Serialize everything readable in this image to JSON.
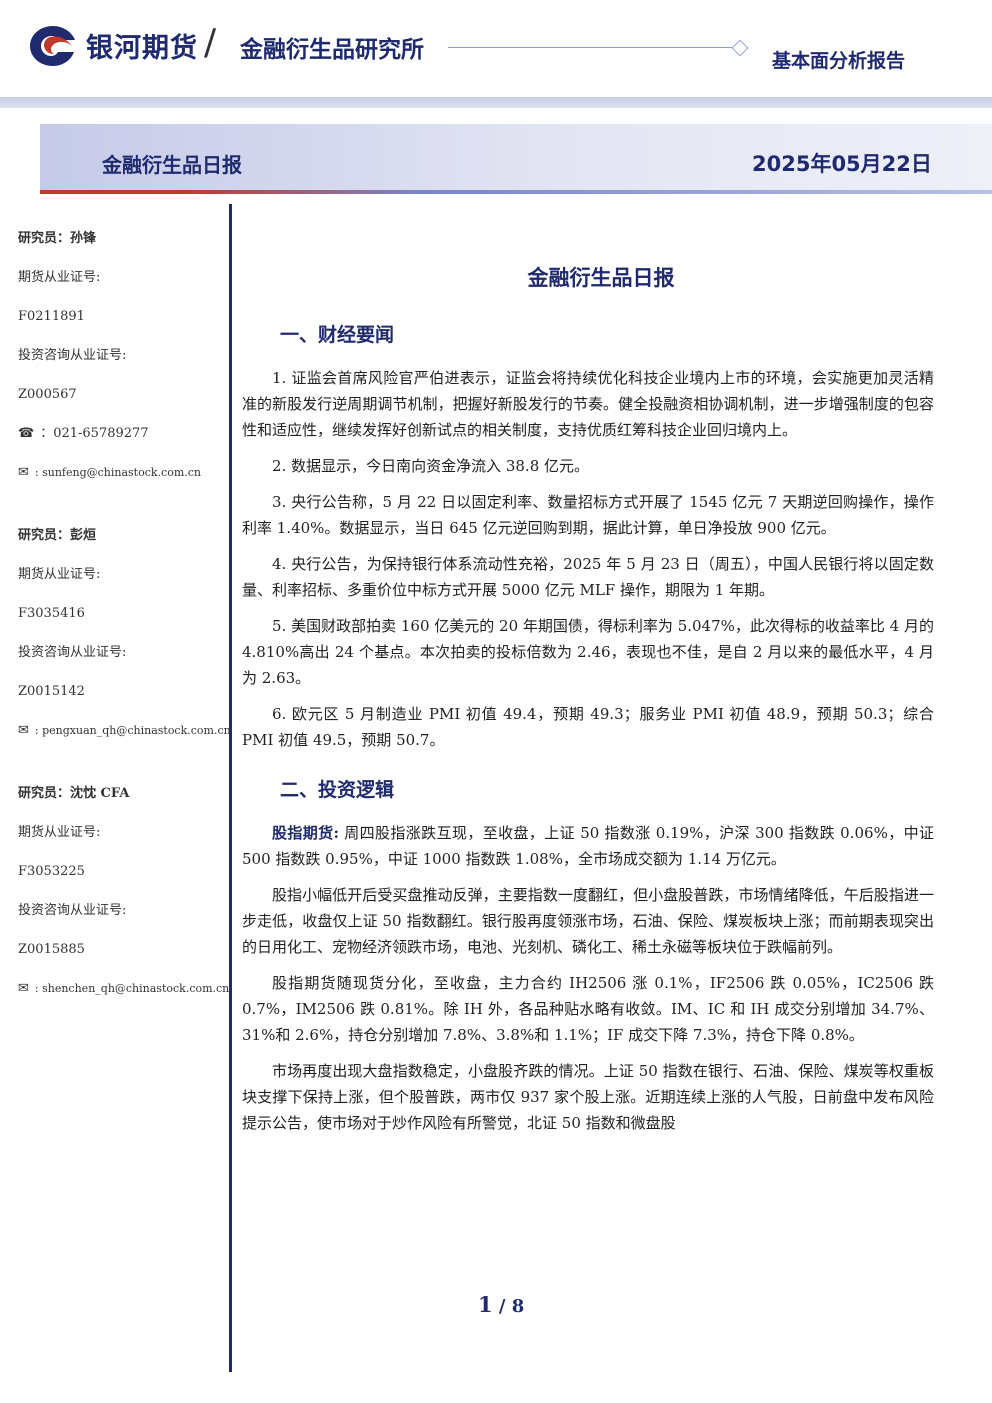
{
  "header": {
    "company": "银河期货",
    "slash": "/",
    "institute": "金融衍生品研究所",
    "report_type": "基本面分析报告"
  },
  "title_band": {
    "title": "金融衍生品日报",
    "date": "2025年05月22日"
  },
  "analysts": [
    {
      "name": "研究员：孙锋",
      "futures_label": "期货从业证号:",
      "futures_no": "F0211891",
      "advisory_label": "投资咨询从业证号:",
      "advisory_no": "Z000567",
      "phone": "：021-65789277",
      "email": ":   sunfeng@chinastock.com.cn"
    },
    {
      "name": "研究员：彭烜",
      "futures_label": "期货从业证号:",
      "futures_no": "F3035416",
      "advisory_label": "投资咨询从业证号:",
      "advisory_no": "Z0015142",
      "email": ":   pengxuan_qh@chinastock.com.cn"
    },
    {
      "name": "研究员：沈忱  CFA",
      "futures_label": "期货从业证号:",
      "futures_no": "F3053225",
      "advisory_label": "投资咨询从业证号:",
      "advisory_no": "Z0015885",
      "email": ":   shenchen_qh@chinastock.com.cn"
    }
  ],
  "icons": {
    "phone": "phone-icon",
    "email": "envelope-icon"
  },
  "main": {
    "title": "金融衍生品日报",
    "section1": {
      "heading": "一、财经要闻",
      "items": [
        "1. 证监会首席风险官严伯进表示，证监会将持续优化科技企业境内上市的环境，会实施更加灵活精准的新股发行逆周期调节机制，把握好新股发行的节奏。健全投融资相协调机制，进一步增强制度的包容性和适应性，继续发挥好创新试点的相关制度，支持优质红筹科技企业回归境内上。",
        "2. 数据显示，今日南向资金净流入 38.8 亿元。",
        "3. 央行公告称，5 月 22 日以固定利率、数量招标方式开展了 1545 亿元 7 天期逆回购操作，操作利率 1.40%。数据显示，当日 645 亿元逆回购到期，据此计算，单日净投放 900 亿元。",
        "4. 央行公告，为保持银行体系流动性充裕，2025 年 5 月 23 日（周五），中国人民银行将以固定数量、利率招标、多重价位中标方式开展 5000 亿元 MLF 操作，期限为 1 年期。",
        "5. 美国财政部拍卖 160 亿美元的 20 年期国债，得标利率为 5.047%，此次得标的收益率比 4 月的 4.810%高出 24 个基点。本次拍卖的投标倍数为 2.46，表现也不佳，是自 2 月以来的最低水平，4 月为 2.63。",
        "6. 欧元区 5 月制造业 PMI 初值 49.4，预期 49.3；服务业 PMI 初值 48.9，预期 50.3；综合 PMI 初值 49.5，预期 50.7。"
      ]
    },
    "section2": {
      "heading": "二、投资逻辑",
      "lead_label": "股指期货:",
      "lead_text": " 周四股指涨跌互现，至收盘，上证 50 指数涨 0.19%，沪深 300 指数跌 0.06%，中证 500 指数跌 0.95%，中证 1000 指数跌 1.08%，全市场成交额为 1.14 万亿元。",
      "paragraphs": [
        "股指小幅低开后受买盘推动反弹，主要指数一度翻红，但小盘股普跌，市场情绪降低，午后股指进一步走低，收盘仅上证 50 指数翻红。银行股再度领涨市场，石油、保险、煤炭板块上涨；而前期表现突出的日用化工、宠物经济领跌市场，电池、光刻机、磷化工、稀土永磁等板块位于跌幅前列。",
        "股指期货随现货分化，至收盘，主力合约 IH2506 涨 0.1%，IF2506 跌 0.05%，IC2506 跌 0.7%，IM2506 跌 0.81%。除 IH 外，各品种贴水略有收敛。IM、IC 和 IH 成交分别增加 34.7%、31%和 2.6%，持仓分别增加 7.8%、3.8%和 1.1%；IF 成交下降 7.3%，持仓下降 0.8%。",
        "市场再度出现大盘指数稳定，小盘股齐跌的情况。上证 50 指数在银行、石油、保险、煤炭等权重板块支撑下保持上涨，但个股普跌，两市仅 937 家个股上涨。近期连续上涨的人气股，日前盘中发布风险提示公告，使市场对于炒作风险有所警觉，北证 50 指数和微盘股"
      ]
    }
  },
  "page": {
    "current": "1",
    "sep": " / ",
    "total": "8"
  }
}
